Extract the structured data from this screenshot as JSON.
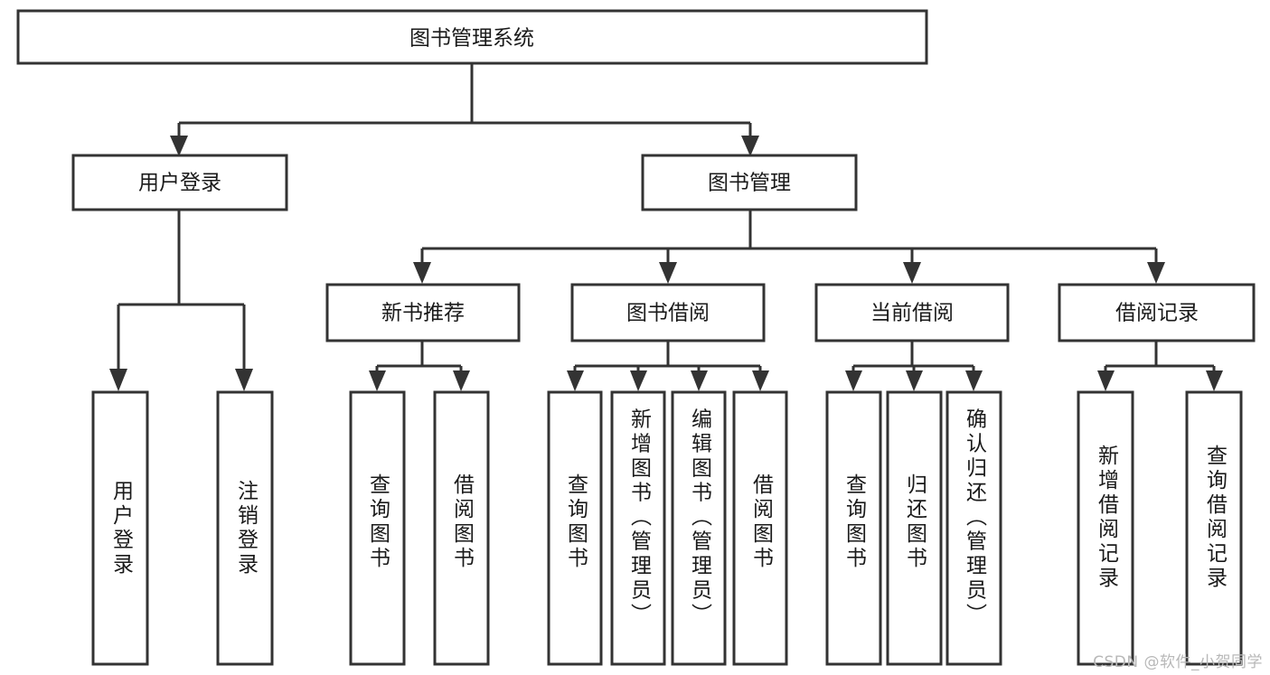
{
  "diagram": {
    "title": "图书管理系统",
    "type": "hierarchy-tree",
    "watermark": "CSDN @软件_小贺同学",
    "root": {
      "id": "root",
      "label": "图书管理系统",
      "orientation": "horizontal"
    },
    "level2": [
      {
        "id": "user-login",
        "label": "用户登录",
        "orientation": "horizontal"
      },
      {
        "id": "book-manage",
        "label": "图书管理",
        "orientation": "horizontal"
      }
    ],
    "level3": [
      {
        "id": "new-book-rec",
        "label": "新书推荐",
        "orientation": "horizontal",
        "parent": "book-manage"
      },
      {
        "id": "book-borrow",
        "label": "图书借阅",
        "orientation": "horizontal",
        "parent": "book-manage"
      },
      {
        "id": "current-borrow",
        "label": "当前借阅",
        "orientation": "horizontal",
        "parent": "book-manage"
      },
      {
        "id": "borrow-record",
        "label": "借阅记录",
        "orientation": "horizontal",
        "parent": "book-manage"
      }
    ],
    "leaves": [
      {
        "id": "leaf-user-login",
        "label": "用户登录",
        "orientation": "vertical",
        "parent": "user-login"
      },
      {
        "id": "leaf-logout-login",
        "label": "注销登录",
        "orientation": "vertical",
        "parent": "user-login"
      },
      {
        "id": "leaf-query-book-1",
        "label": "查询图书",
        "orientation": "vertical",
        "parent": "new-book-rec"
      },
      {
        "id": "leaf-borrow-book-1",
        "label": "借阅图书",
        "orientation": "vertical",
        "parent": "new-book-rec"
      },
      {
        "id": "leaf-query-book-2",
        "label": "查询图书",
        "orientation": "vertical",
        "parent": "book-borrow"
      },
      {
        "id": "leaf-add-book",
        "label": "新增图书（管理员）",
        "orientation": "vertical",
        "parent": "book-borrow"
      },
      {
        "id": "leaf-edit-book",
        "label": "编辑图书（管理员）",
        "orientation": "vertical",
        "parent": "book-borrow"
      },
      {
        "id": "leaf-borrow-book-2",
        "label": "借阅图书",
        "orientation": "vertical",
        "parent": "book-borrow"
      },
      {
        "id": "leaf-query-book-3",
        "label": "查询图书",
        "orientation": "vertical",
        "parent": "current-borrow"
      },
      {
        "id": "leaf-return-book",
        "label": "归还图书",
        "orientation": "vertical",
        "parent": "current-borrow"
      },
      {
        "id": "leaf-confirm-return",
        "label": "确认归还（管理员）",
        "orientation": "vertical",
        "parent": "current-borrow"
      },
      {
        "id": "leaf-add-record",
        "label": "新增借阅记录",
        "orientation": "vertical",
        "parent": "borrow-record"
      },
      {
        "id": "leaf-query-record",
        "label": "查询借阅记录",
        "orientation": "vertical",
        "parent": "borrow-record"
      }
    ],
    "colors": {
      "stroke": "#333333",
      "fill": "#ffffff",
      "text": "#1a1a1a",
      "watermark": "#b8b8b8",
      "background": "#ffffff"
    }
  }
}
